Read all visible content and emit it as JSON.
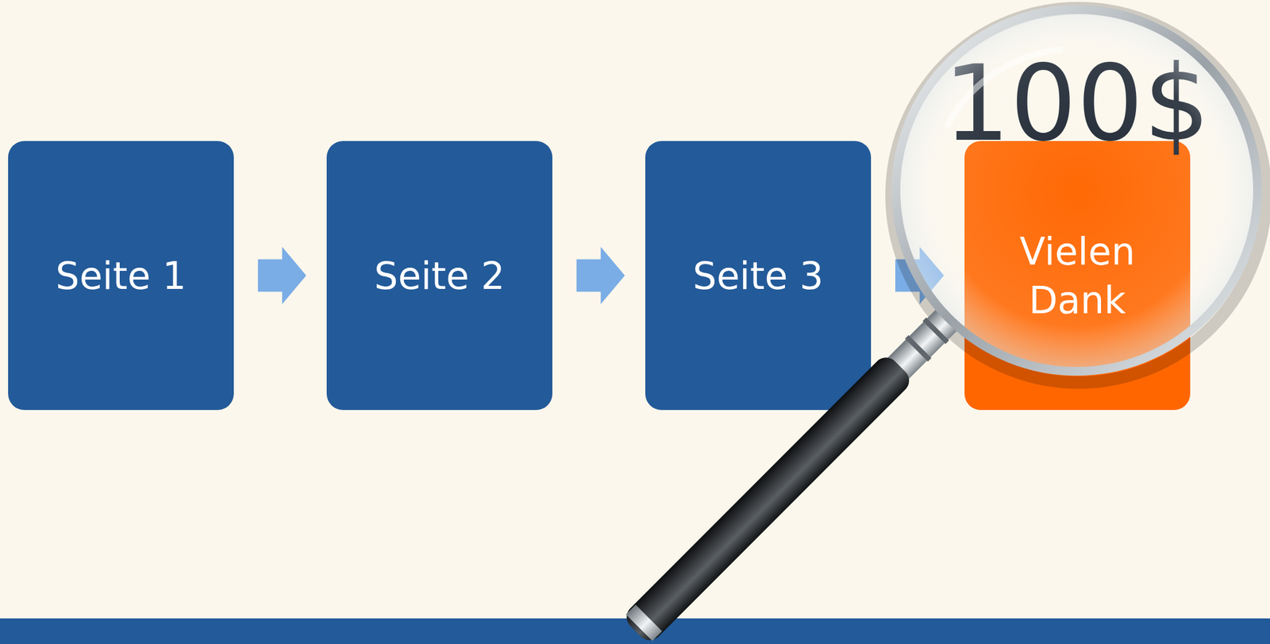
{
  "diagram": {
    "nodes": [
      {
        "text": [
          "Seite 1"
        ]
      },
      {
        "text": [
          "Seite 2"
        ]
      },
      {
        "text": [
          "Seite 3"
        ]
      },
      {
        "text": [
          "Vielen Dank"
        ]
      }
    ],
    "edges": [
      {
        "from": 0,
        "to": 1,
        "arrow": "to"
      },
      {
        "from": 1,
        "to": 2,
        "arrow": "to"
      },
      {
        "from": 2,
        "to": 3,
        "arrow": "to"
      }
    ],
    "labels": [
      "100$"
    ]
  }
}
